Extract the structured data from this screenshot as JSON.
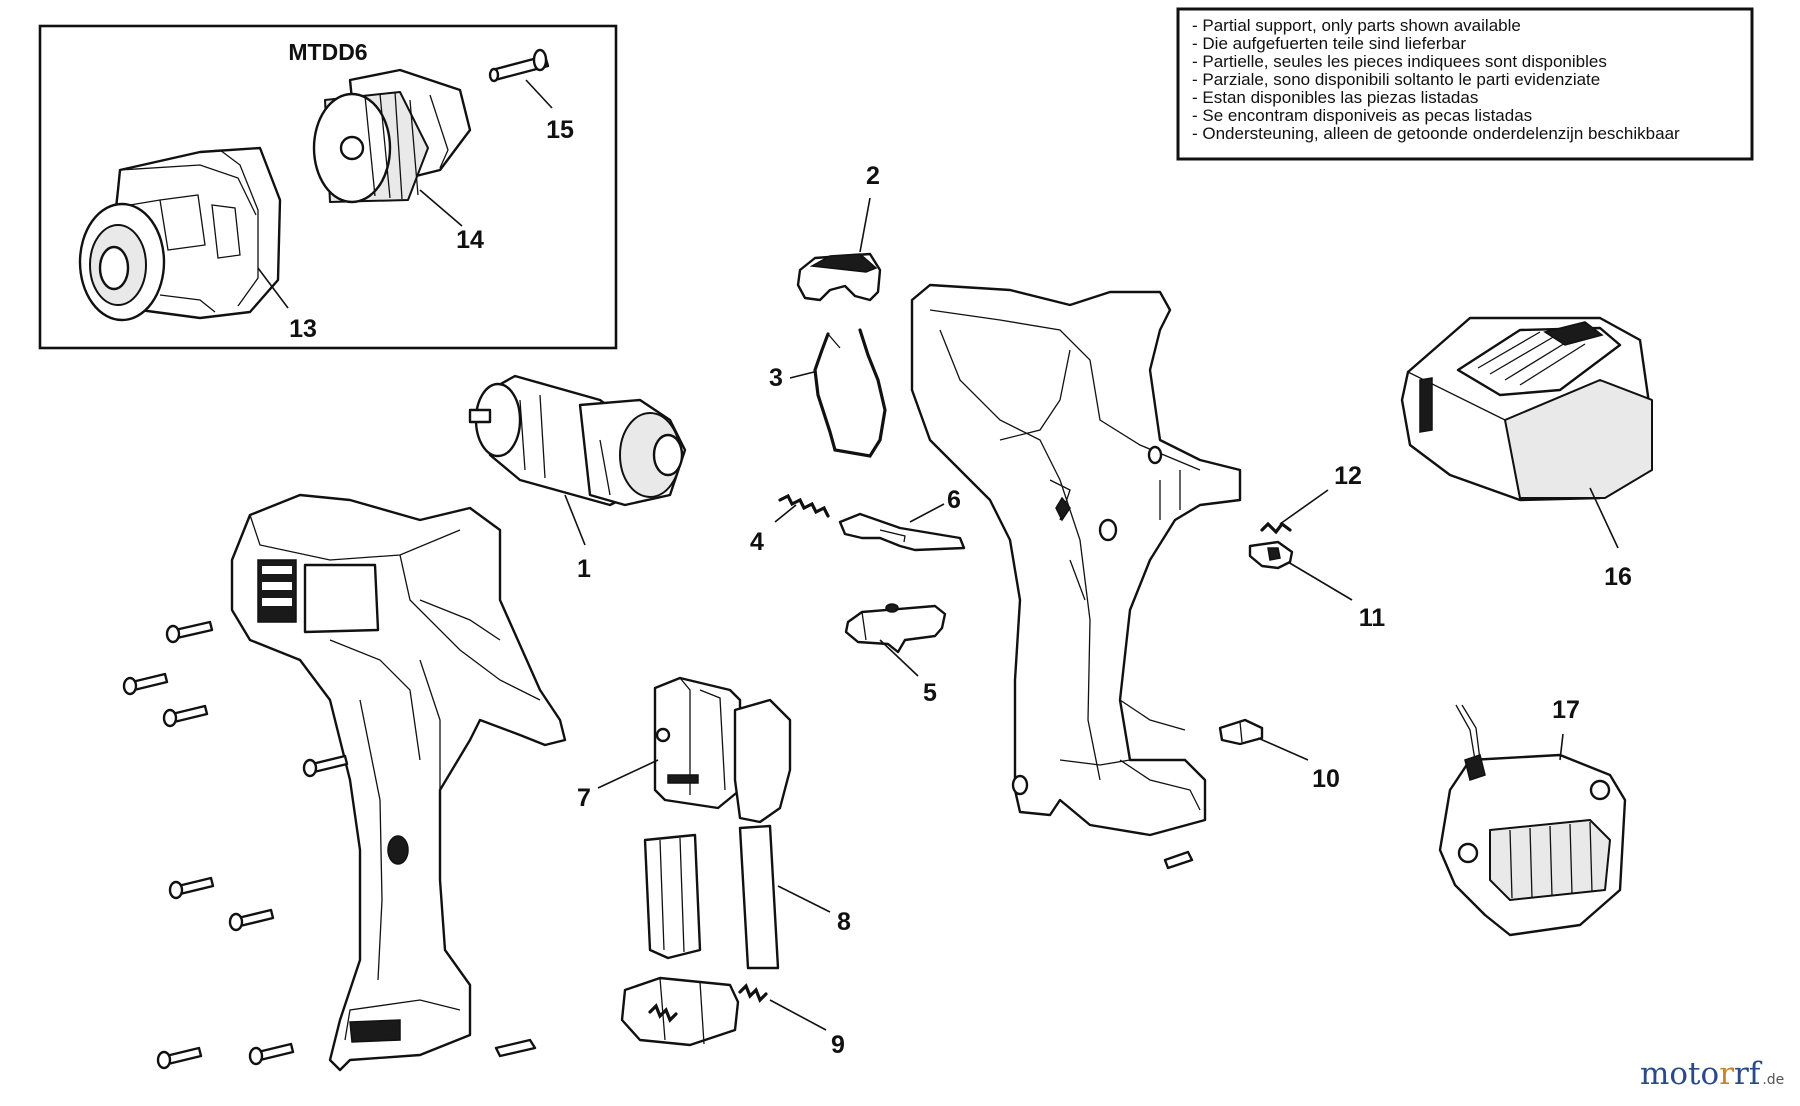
{
  "inset": {
    "title": "MTDD6"
  },
  "notice": [
    "- Partial support, only parts shown available",
    "- Die aufgefuerten teile sind lieferbar",
    "- Partielle, seules les pieces indiquees sont disponibles",
    "- Parziale, sono disponibili soltanto le parti evidenziate",
    "- Estan disponibles las piezas listadas",
    "- Se encontram disponiveis as pecas listadas",
    "- Ondersteuning, alleen de getoonde onderdelenzijn beschikbaar"
  ],
  "parts": {
    "p1": "1",
    "p2": "2",
    "p3": "3",
    "p4": "4",
    "p5": "5",
    "p6": "6",
    "p7": "7",
    "p8": "8",
    "p9": "9",
    "p10": "10",
    "p11": "11",
    "p12": "12",
    "p13": "13",
    "p14": "14",
    "p15": "15",
    "p16": "16",
    "p17": "17"
  },
  "watermark": {
    "part_a": "moto",
    "part_b": "r",
    "part_c": "rf",
    "suffix": ".de"
  }
}
